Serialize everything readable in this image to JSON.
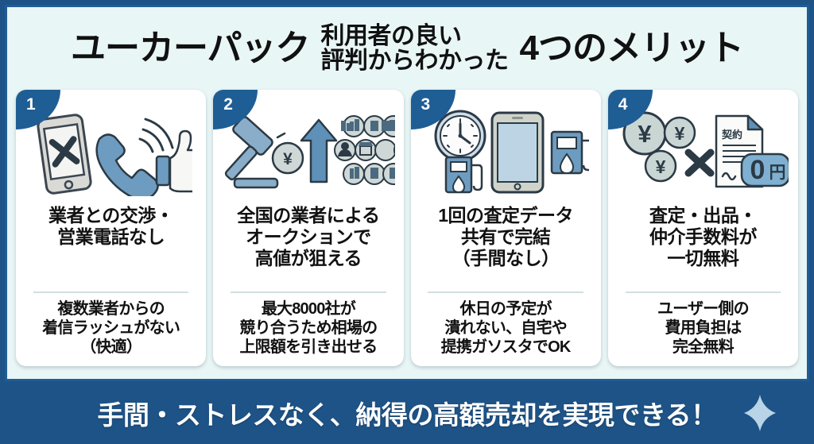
{
  "header": {
    "brand": "ユーカーパック",
    "mid_line1": "利用者の良い",
    "mid_line2": "評判からわかった",
    "tail": "4つのメリット"
  },
  "cards": [
    {
      "number": "1",
      "icon_names": [
        "smartphone-x-icon",
        "phone-ringing-icon",
        "thumbs-up-icon"
      ],
      "title_line1": "業者との交渉・",
      "title_line2": "営業電話なし",
      "sub_line1": "複数業者からの",
      "sub_line2": "着信ラッシュがない",
      "sub_line3": "（快適）"
    },
    {
      "number": "2",
      "icon_names": [
        "gavel-icon",
        "yen-coin-icon",
        "up-arrow-icon",
        "company-network-icon"
      ],
      "title_line1": "全国の業者による",
      "title_line2": "オークションで",
      "title_line3": "高値が狙える",
      "sub_line1": "最大8000社が",
      "sub_line2": "競り合うため相場の",
      "sub_line3": "上限額を引き出せる"
    },
    {
      "number": "3",
      "icon_names": [
        "clock-icon",
        "tablet-icon",
        "gas-pump-icon"
      ],
      "title_line1": "1回の査定データ",
      "title_line2": "共有で完結",
      "title_line3": "（手間なし）",
      "sub_line1": "休日の予定が",
      "sub_line2": "潰れない、自宅や",
      "sub_line3": "提携ガソスタでOK"
    },
    {
      "number": "4",
      "icon_names": [
        "yen-coin-icon",
        "x-mark-icon",
        "contract-document-icon",
        "zero-yen-tag-icon"
      ],
      "contract_label": "契約",
      "price_tag": "0円",
      "title_line1": "査定・出品・",
      "title_line2": "仲介手数料が",
      "title_line3": "一切無料",
      "sub_line1": "ユーザー側の",
      "sub_line2": "費用負担は",
      "sub_line3": "完全無料"
    }
  ],
  "footer": {
    "text": "手間・ストレスなく、納得の高額売却を実現できる！",
    "sparkle_icon": "sparkle-icon"
  },
  "colors": {
    "frame_blue": "#1f5d95",
    "footer_blue": "#1e5387",
    "panel_bg": "#e9f6f6",
    "card_bg": "#ffffff",
    "icon_blue": "#6e9cc0",
    "icon_dark": "#2b3a45",
    "divider": "#d3dfe2"
  }
}
